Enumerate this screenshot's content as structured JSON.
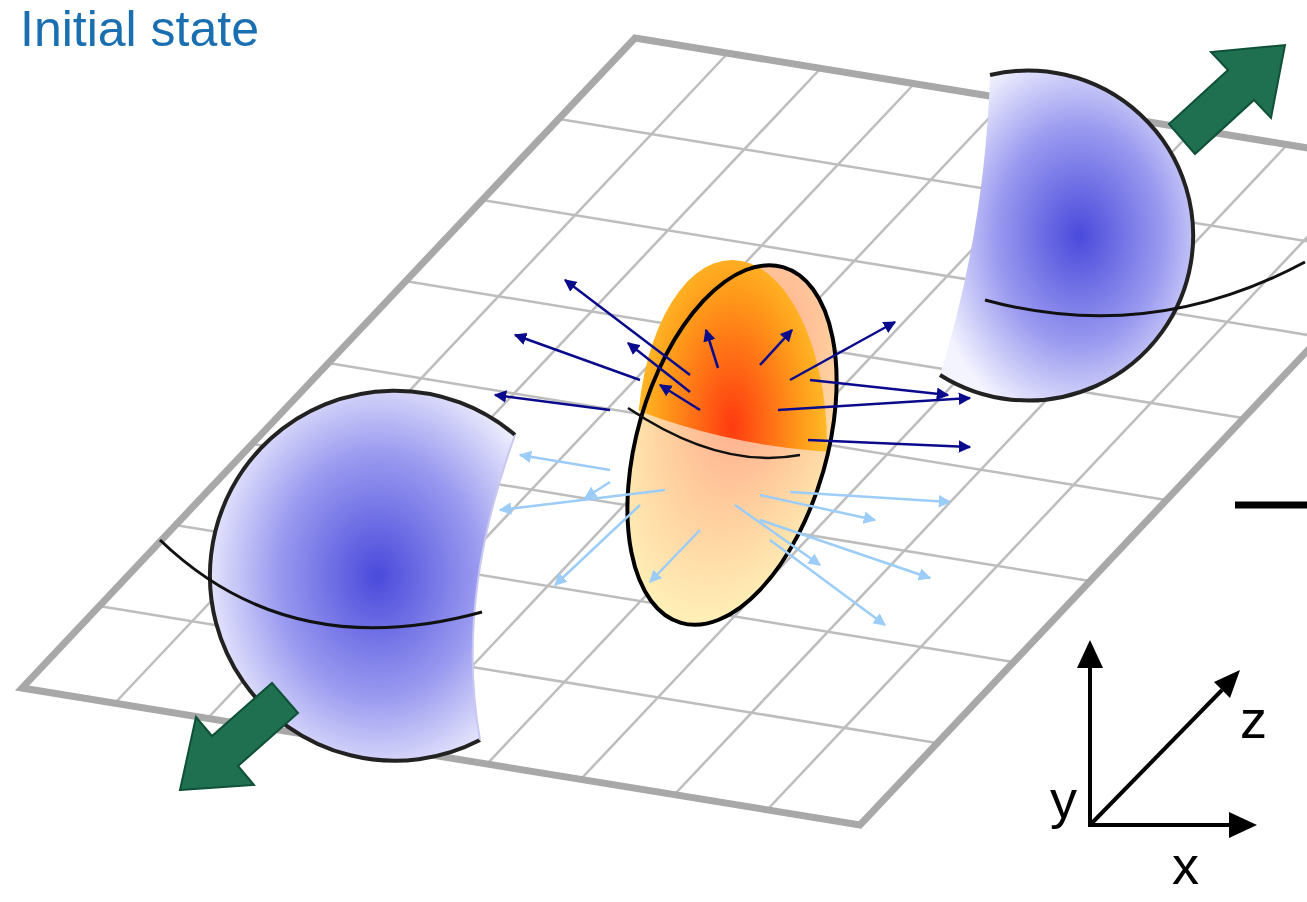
{
  "diagram": {
    "title": "Initial state",
    "labels": [
      "y",
      "z",
      "x"
    ]
  }
}
